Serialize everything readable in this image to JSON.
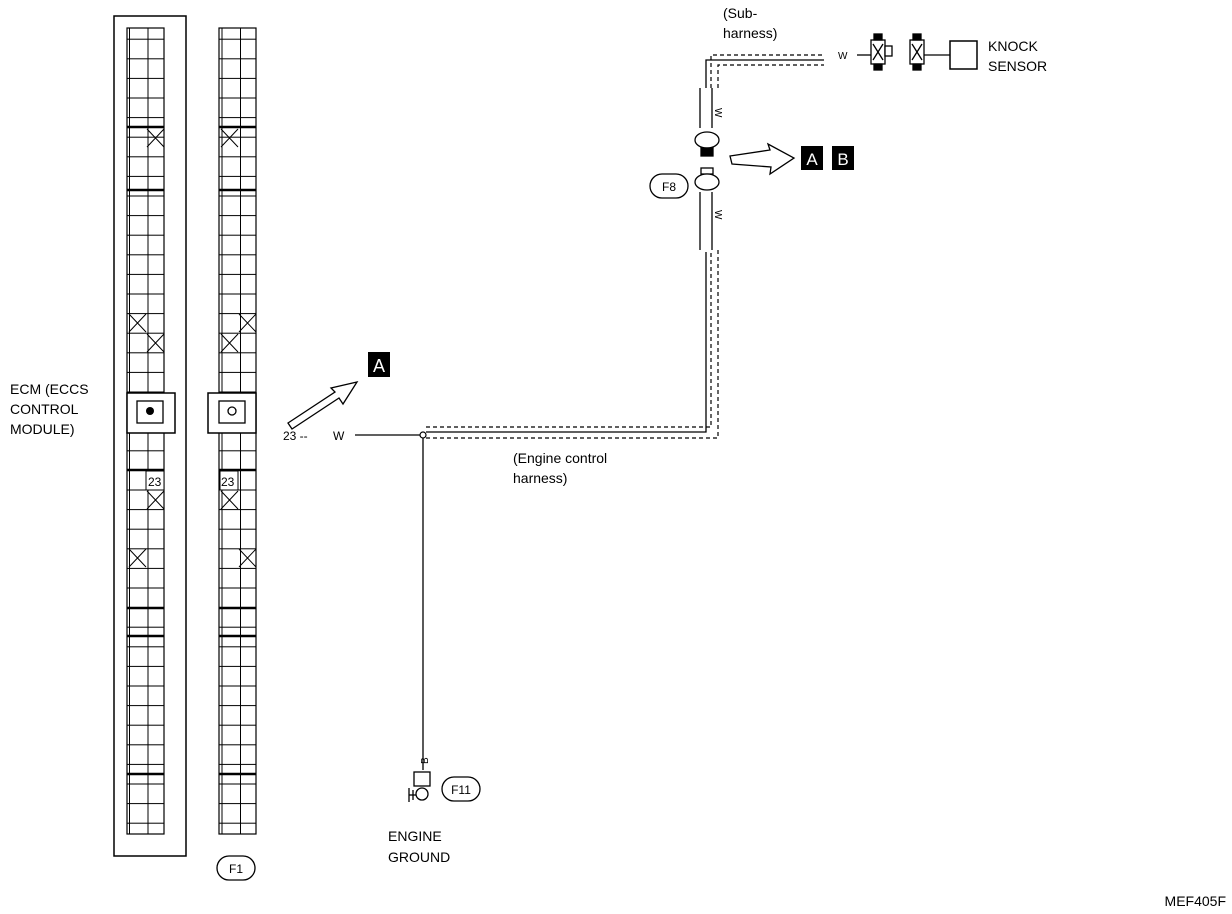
{
  "ecm": {
    "label_lines": [
      "ECM (ECCS",
      "CONTROL",
      "MODULE)"
    ],
    "terminal": "23"
  },
  "connector_f1": {
    "terminal": "23",
    "id": "F1"
  },
  "wire": {
    "terminal_prefix": "23 --",
    "color": "W"
  },
  "arrow_ref_a": "A",
  "sub_harness": {
    "lines": [
      "(Sub-",
      "harness)"
    ],
    "color": "W"
  },
  "knock_sensor": {
    "lines": [
      "KNOCK",
      "SENSOR"
    ]
  },
  "connector_f8": {
    "id": "F8",
    "upper_wire_color": "W",
    "lower_wire_color": "W"
  },
  "ref_ab": [
    "A",
    "B"
  ],
  "engine_control_harness": {
    "lines": [
      "(Engine control",
      "harness)"
    ]
  },
  "engine_ground": {
    "id": "F11",
    "wire_color": "B",
    "lines": [
      "ENGINE",
      "GROUND"
    ]
  },
  "figure_code": "MEF405F"
}
